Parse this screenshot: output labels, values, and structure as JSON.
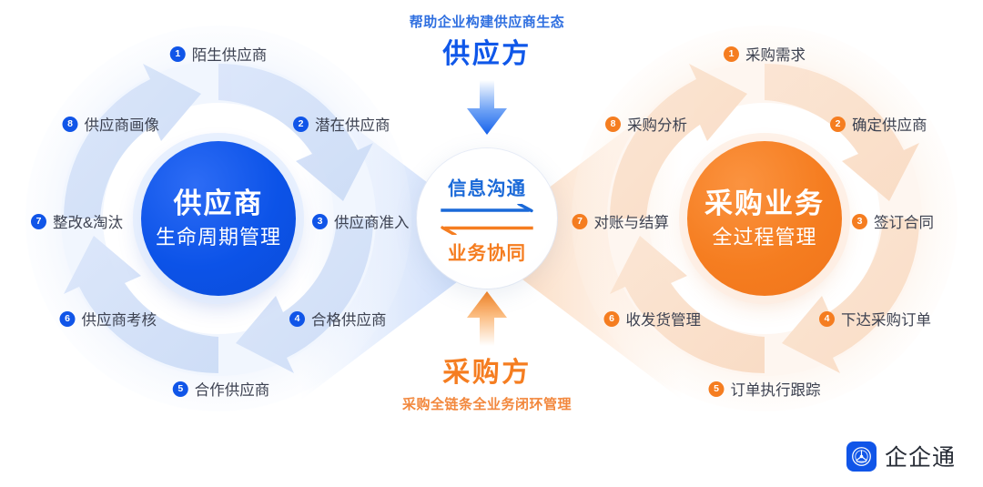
{
  "diagram": {
    "supplier_side": {
      "caption_small": "帮助企业构建供应商生态",
      "caption_big": "供应方",
      "accent": "#0f57e9",
      "core_title": "供应商",
      "core_sub": "生命周期管理",
      "nodes": [
        {
          "num": "1",
          "label": "陌生供应商"
        },
        {
          "num": "2",
          "label": "潜在供应商"
        },
        {
          "num": "3",
          "label": "供应商准入"
        },
        {
          "num": "4",
          "label": "合格供应商"
        },
        {
          "num": "5",
          "label": "合作供应商"
        },
        {
          "num": "6",
          "label": "供应商考核"
        },
        {
          "num": "7",
          "label": "整改&淘汰"
        },
        {
          "num": "8",
          "label": "供应商画像"
        }
      ]
    },
    "buyer_side": {
      "caption_small": "采购全链条全业务闭环管理",
      "caption_big": "采购方",
      "accent": "#f57d20",
      "core_title": "采购业务",
      "core_sub": "全过程管理",
      "nodes": [
        {
          "num": "1",
          "label": "采购需求"
        },
        {
          "num": "2",
          "label": "确定供应商"
        },
        {
          "num": "3",
          "label": "签订合同"
        },
        {
          "num": "4",
          "label": "下达采购订单"
        },
        {
          "num": "5",
          "label": "订单执行跟踪"
        },
        {
          "num": "6",
          "label": "收发货管理"
        },
        {
          "num": "7",
          "label": "对账与结算"
        },
        {
          "num": "8",
          "label": "采购分析"
        }
      ]
    },
    "hub": {
      "top_label": "信息沟通",
      "bottom_label": "业务协同",
      "top_color": "#1a69d8",
      "bottom_color": "#f57d20"
    },
    "logo": {
      "text": "企企通",
      "mark": "qiqitong-emblem-icon",
      "color": "#1055e8"
    }
  }
}
